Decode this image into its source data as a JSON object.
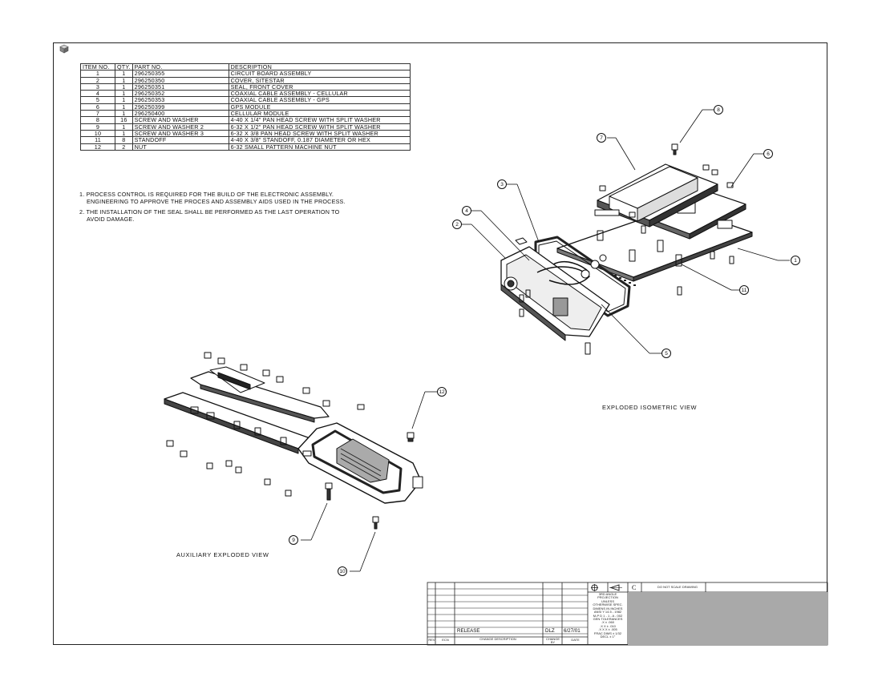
{
  "bom": {
    "headers": [
      "ITEM NO.",
      "QTY.",
      "PART NO.",
      "DESCRIPTION"
    ],
    "rows": [
      [
        "1",
        "1",
        "296250355",
        "CIRCUIT BOARD ASSEMBLY"
      ],
      [
        "2",
        "1",
        "296250350",
        "COVER, SITESTAR"
      ],
      [
        "3",
        "1",
        "296250351",
        "SEAL, FRONT COVER"
      ],
      [
        "4",
        "1",
        "296250352",
        "COAXIAL CABLE ASSEMBLY - CELLULAR"
      ],
      [
        "5",
        "1",
        "296250353",
        "COAXIAL CABLE ASSEMBLY - GPS"
      ],
      [
        "6",
        "1",
        "296250399",
        "GPS MODULE"
      ],
      [
        "7",
        "1",
        "296250400",
        "CELLULAR MODULE"
      ],
      [
        "8",
        "16",
        "SCREW AND WASHER",
        "4-40 X 1/4\" PAN HEAD SCREW WITH SPLIT WASHER"
      ],
      [
        "9",
        "1",
        "SCREW AND WASHER 2",
        "6-32 X 1/2\" PAN HEAD SCREW WITH SPLIT WASHER"
      ],
      [
        "10",
        "1",
        "SCREW AND WASHER 3",
        "6-32 X 3/8 PAN HEAD SCREW WITH SPLIT WASHER"
      ],
      [
        "11",
        "8",
        "STANDOFF",
        "4-40 X 3/8\" STANDOFF, 0.187 DIAMETER OR HEX"
      ],
      [
        "12",
        "2",
        "NUT",
        "6-32 SMALL PATTERN MACHINE NUT"
      ]
    ]
  },
  "notes": {
    "n1a": "1. PROCESS CONTROL IS REQUIRED FOR THE BUILD OF THE ELECTRONIC ASSEMBLY.",
    "n1b": "ENGINEERING TO APPROVE THE PROCES AND ASSEMBLY AIDS USED IN THE PROCESS.",
    "n2a": "2. THE INSTALLATION OF THE SEAL SHALL BE PERFORMED AS THE LAST OPERATION TO",
    "n2b": "AVOID DAMAGE."
  },
  "views": {
    "isometric": "EXPLODED ISOMETRIC VIEW",
    "auxiliary": "AUXILIARY EXPLODED VIEW"
  },
  "balloons": [
    "1",
    "2",
    "3",
    "4",
    "5",
    "6",
    "7",
    "8",
    "9",
    "10",
    "11",
    "12"
  ],
  "title_block": {
    "release_desc": "RELEASE",
    "release_by": "DLZ",
    "release_date": "6/27/01",
    "col_rev": "REV",
    "col_ecn": "ECN",
    "col_change_desc": "CHANGE DESCRIPTION",
    "col_change_by": "CHANGE BY",
    "col_date": "DATE",
    "size": "C",
    "do_not_scale": "DO NOT SCALE DRAWING",
    "projection": "3RD ANGLE PROJECTION",
    "tolerance_lines": [
      "UNLESS",
      "OTHERWISE SPEC.",
      "DIMENS IN INCHES",
      "ANSI Y 14.5 - 1982",
      "M-P D 1 - 1 - A - 002",
      "GEN TOLERANCES",
      ".X ± .060",
      ".X X ± .010",
      ".X X X ± .005",
      "FRAC DIMS ± 1/32",
      "DECL ± 1°"
    ]
  },
  "icons": {
    "corner": "part-file-icon",
    "datum": "datum-target-icon",
    "projection": "third-angle-projection-icon"
  }
}
